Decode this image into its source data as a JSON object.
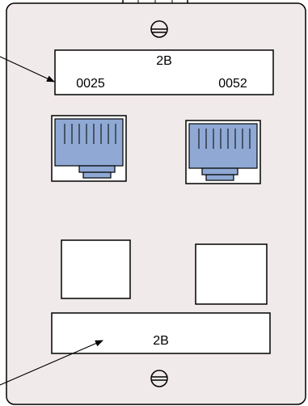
{
  "wall_plate": {
    "colors": {
      "plate_fill": "#f1eaea",
      "outline": "#000000",
      "jack_blue": "#8fa9d4",
      "label_fill": "#ffffff"
    },
    "top_label": {
      "panel_text": "2B",
      "left_port_number": "0025",
      "right_port_number": "0052"
    },
    "bottom_label": {
      "panel_text": "2B"
    },
    "ports": [
      {
        "type": "rj45-jack",
        "position": "upper-left"
      },
      {
        "type": "rj45-jack",
        "position": "upper-right"
      },
      {
        "type": "blank-insert",
        "position": "lower-left"
      },
      {
        "type": "blank-insert",
        "position": "lower-right"
      }
    ],
    "screws": [
      "top",
      "bottom"
    ],
    "callouts": [
      "top-label-pointer",
      "bottom-label-pointer"
    ]
  }
}
